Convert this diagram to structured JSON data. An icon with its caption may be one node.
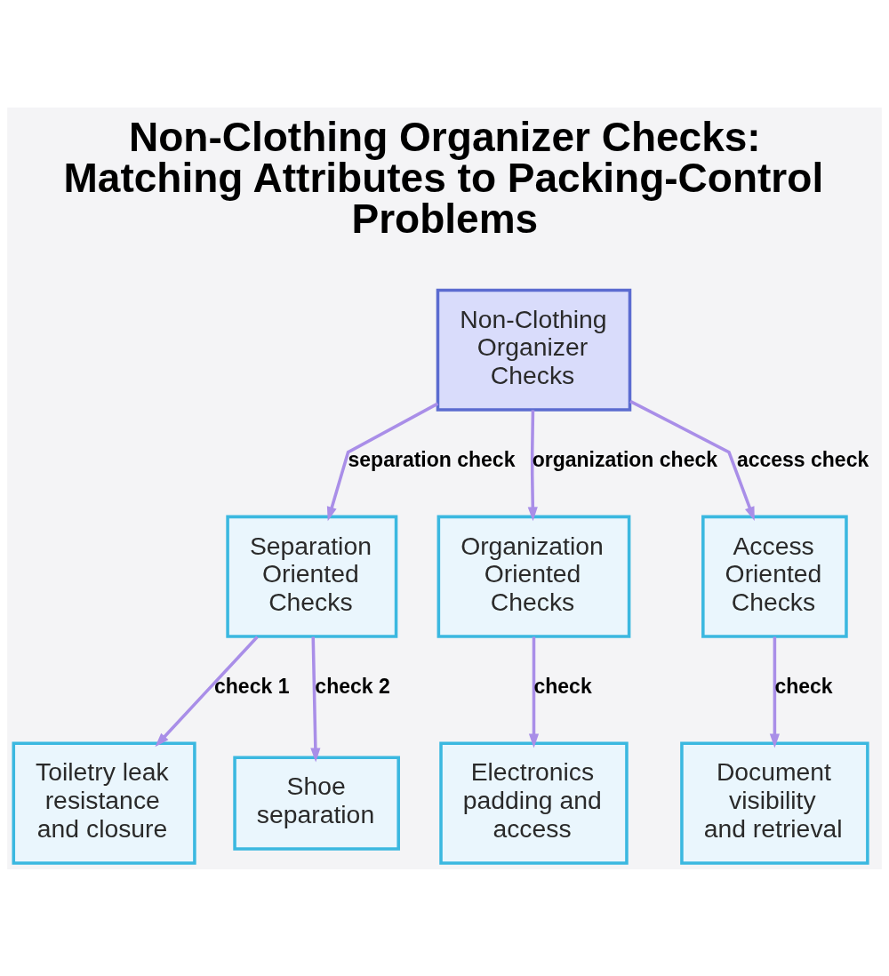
{
  "diagram": {
    "title": "Non-Clothing Organizer Checks: Matching Attributes to Packing-Control Problems",
    "nodes": [
      {
        "text": [
          "Non-Clothing Organizer Checks"
        ]
      },
      {
        "text": [
          "Separation Oriented Checks"
        ]
      },
      {
        "text": [
          "Organization Oriented Checks"
        ]
      },
      {
        "text": [
          "Access Oriented Checks"
        ]
      },
      {
        "text": [
          "Toiletry leak resistance and closure"
        ]
      },
      {
        "text": [
          "Shoe separation"
        ]
      },
      {
        "text": [
          "Electronics padding and access"
        ]
      },
      {
        "text": [
          "Document visibility and retrieval"
        ]
      }
    ],
    "edges": [
      {
        "from": 0,
        "to": 1,
        "arrow": "to",
        "label": "separation check"
      },
      {
        "from": 0,
        "to": 2,
        "arrow": "to",
        "label": "organization check"
      },
      {
        "from": 0,
        "to": 3,
        "arrow": "to",
        "label": "access check"
      },
      {
        "from": 1,
        "to": 4,
        "arrow": "to",
        "label": "check 1"
      },
      {
        "from": 1,
        "to": 5,
        "arrow": "to",
        "label": "check 2"
      },
      {
        "from": 2,
        "to": 6,
        "arrow": "to",
        "label": "check"
      },
      {
        "from": 3,
        "to": 7,
        "arrow": "to",
        "label": "check"
      }
    ]
  }
}
